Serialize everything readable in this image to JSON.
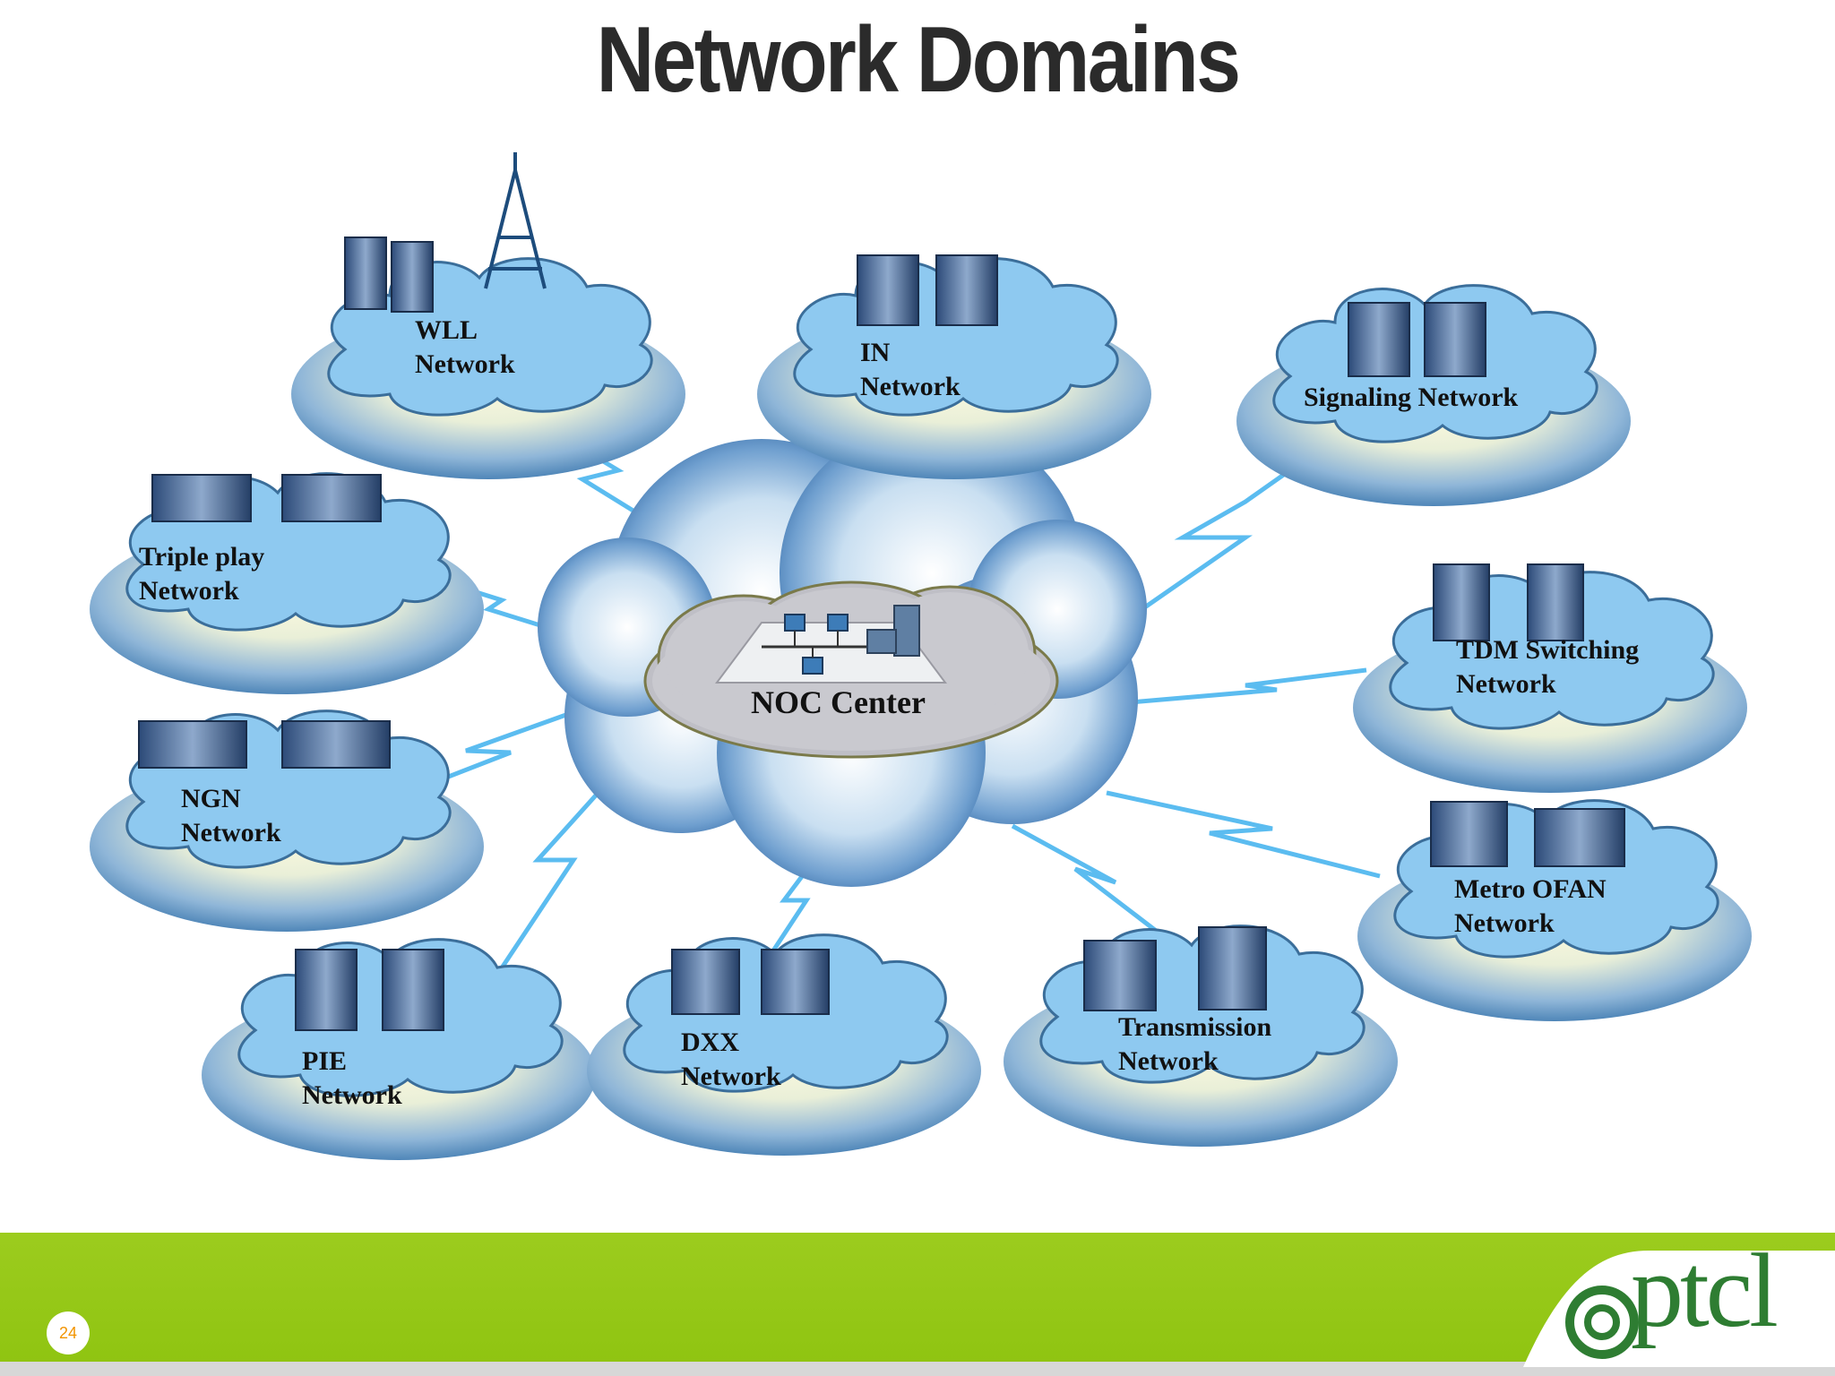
{
  "title": "Network Domains",
  "hub": {
    "label": "NOC Center"
  },
  "nodes": [
    {
      "id": "wll",
      "lines": [
        "WLL",
        "Network"
      ]
    },
    {
      "id": "in",
      "lines": [
        "IN",
        "Network"
      ]
    },
    {
      "id": "signaling",
      "lines": [
        "Signaling Network"
      ]
    },
    {
      "id": "triple-play",
      "lines": [
        "Triple play",
        "Network"
      ]
    },
    {
      "id": "tdm",
      "lines": [
        "TDM Switching",
        "Network"
      ]
    },
    {
      "id": "ngn",
      "lines": [
        "NGN",
        "Network"
      ]
    },
    {
      "id": "metro",
      "lines": [
        "Metro OFAN",
        "Network"
      ]
    },
    {
      "id": "pie",
      "lines": [
        "PIE",
        "Network"
      ]
    },
    {
      "id": "dxx",
      "lines": [
        "DXX",
        "Network"
      ]
    },
    {
      "id": "transmission",
      "lines": [
        "Transmission",
        "Network"
      ]
    }
  ],
  "footer": {
    "page_number": "24",
    "logo_text": "ptcl"
  },
  "colors": {
    "footer_green": "#9ccc1e",
    "link": "#5bbcf0",
    "page_number": "#f29400",
    "logo": "#2e7d32"
  }
}
